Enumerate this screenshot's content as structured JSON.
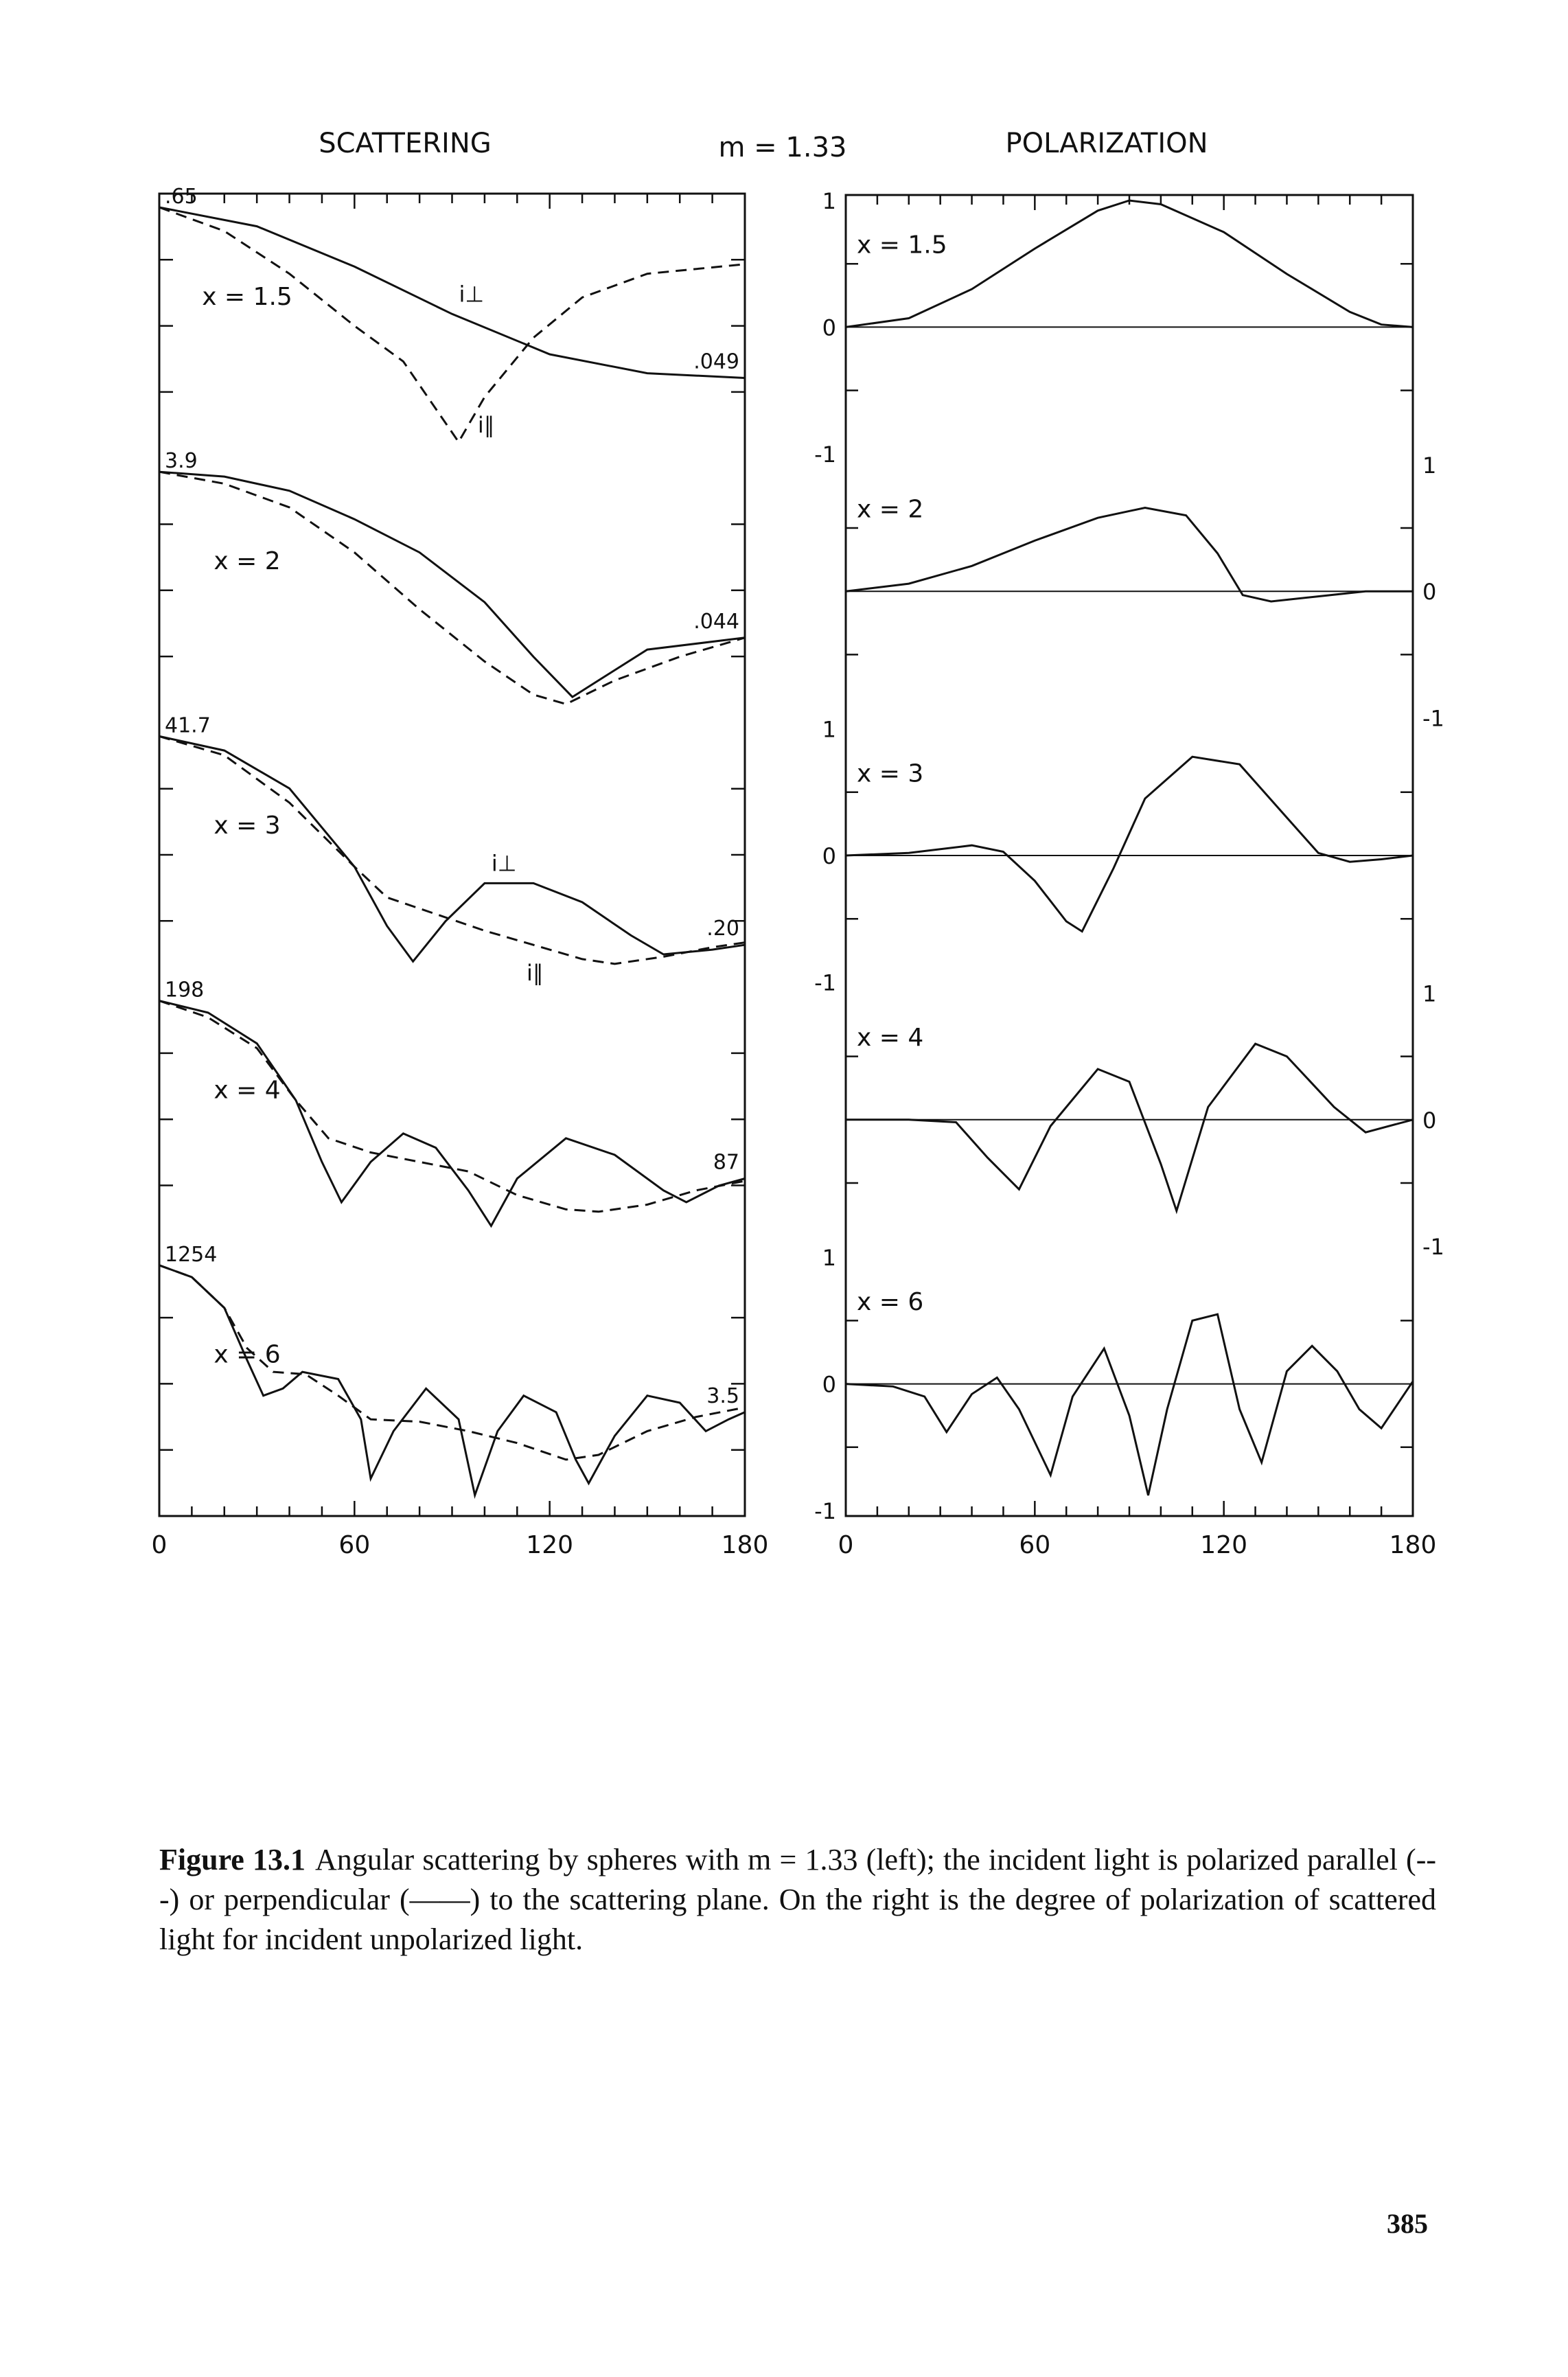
{
  "header": {
    "left_title": "SCATTERING",
    "center_title": "m = 1.33",
    "right_title": "POLARIZATION"
  },
  "chart_data": [
    {
      "type": "line",
      "title": "SCATTERING",
      "x_ticks": [
        "0",
        "60",
        "120",
        "180"
      ],
      "xlim": [
        0,
        180
      ],
      "y_scale": "log",
      "panels": [
        {
          "label": "x = 1.5",
          "top_value": ".65",
          "end_value": ".049",
          "series_labels": {
            "perp": "i⊥",
            "par": "i∥"
          },
          "perp": [
            [
              0,
              1.0
            ],
            [
              30,
              0.92
            ],
            [
              60,
              0.75
            ],
            [
              90,
              0.55
            ],
            [
              120,
              0.38
            ],
            [
              150,
              0.3
            ],
            [
              180,
              0.28
            ]
          ],
          "par": [
            [
              0,
              1.0
            ],
            [
              20,
              0.9
            ],
            [
              40,
              0.72
            ],
            [
              60,
              0.5
            ],
            [
              75,
              0.35
            ],
            [
              85,
              0.15
            ],
            [
              92,
              0.01
            ],
            [
              100,
              0.2
            ],
            [
              115,
              0.45
            ],
            [
              130,
              0.62
            ],
            [
              150,
              0.72
            ],
            [
              180,
              0.76
            ]
          ]
        },
        {
          "label": "x = 2",
          "top_value": "3.9",
          "end_value": ".044",
          "series_labels": {
            "perp": "",
            "par": ""
          },
          "perp": [
            [
              0,
              1.0
            ],
            [
              20,
              0.98
            ],
            [
              40,
              0.92
            ],
            [
              60,
              0.8
            ],
            [
              80,
              0.66
            ],
            [
              100,
              0.45
            ],
            [
              115,
              0.22
            ],
            [
              127,
              0.05
            ],
            [
              135,
              0.12
            ],
            [
              150,
              0.25
            ],
            [
              180,
              0.3
            ]
          ],
          "par": [
            [
              0,
              1.0
            ],
            [
              20,
              0.95
            ],
            [
              40,
              0.85
            ],
            [
              60,
              0.66
            ],
            [
              80,
              0.42
            ],
            [
              100,
              0.2
            ],
            [
              115,
              0.06
            ],
            [
              125,
              0.02
            ],
            [
              140,
              0.12
            ],
            [
              160,
              0.22
            ],
            [
              180,
              0.3
            ]
          ]
        },
        {
          "label": "x = 3",
          "top_value": "41.7",
          "end_value": ".20",
          "series_labels": {
            "perp": "i⊥",
            "par": "i∥"
          },
          "perp": [
            [
              0,
              1.0
            ],
            [
              20,
              0.94
            ],
            [
              40,
              0.78
            ],
            [
              60,
              0.45
            ],
            [
              70,
              0.2
            ],
            [
              78,
              0.05
            ],
            [
              88,
              0.22
            ],
            [
              100,
              0.38
            ],
            [
              115,
              0.38
            ],
            [
              130,
              0.3
            ],
            [
              145,
              0.16
            ],
            [
              155,
              0.08
            ],
            [
              170,
              0.1
            ],
            [
              180,
              0.12
            ]
          ],
          "par": [
            [
              0,
              1.0
            ],
            [
              20,
              0.92
            ],
            [
              40,
              0.72
            ],
            [
              60,
              0.45
            ],
            [
              70,
              0.32
            ],
            [
              85,
              0.25
            ],
            [
              100,
              0.18
            ],
            [
              115,
              0.12
            ],
            [
              130,
              0.06
            ],
            [
              140,
              0.04
            ],
            [
              155,
              0.07
            ],
            [
              170,
              0.11
            ],
            [
              180,
              0.13
            ]
          ]
        },
        {
          "label": "x = 4",
          "top_value": "198",
          "end_value": "87",
          "series_labels": {
            "perp": "",
            "par": ""
          },
          "perp": [
            [
              0,
              1.0
            ],
            [
              15,
              0.95
            ],
            [
              30,
              0.82
            ],
            [
              42,
              0.58
            ],
            [
              50,
              0.32
            ],
            [
              56,
              0.15
            ],
            [
              65,
              0.32
            ],
            [
              75,
              0.44
            ],
            [
              85,
              0.38
            ],
            [
              95,
              0.2
            ],
            [
              102,
              0.05
            ],
            [
              110,
              0.25
            ],
            [
              125,
              0.42
            ],
            [
              140,
              0.35
            ],
            [
              155,
              0.2
            ],
            [
              162,
              0.15
            ],
            [
              172,
              0.22
            ],
            [
              180,
              0.25
            ]
          ],
          "par": [
            [
              0,
              1.0
            ],
            [
              15,
              0.93
            ],
            [
              30,
              0.8
            ],
            [
              42,
              0.58
            ],
            [
              52,
              0.42
            ],
            [
              65,
              0.36
            ],
            [
              80,
              0.32
            ],
            [
              95,
              0.28
            ],
            [
              110,
              0.18
            ],
            [
              125,
              0.12
            ],
            [
              135,
              0.11
            ],
            [
              150,
              0.14
            ],
            [
              165,
              0.2
            ],
            [
              180,
              0.24
            ]
          ]
        },
        {
          "label": "x = 6",
          "top_value": "1254",
          "end_value": "3.5",
          "series_labels": {
            "perp": "",
            "par": ""
          },
          "perp": [
            [
              0,
              1.0
            ],
            [
              10,
              0.95
            ],
            [
              20,
              0.82
            ],
            [
              27,
              0.6
            ],
            [
              32,
              0.45
            ],
            [
              38,
              0.48
            ],
            [
              44,
              0.55
            ],
            [
              55,
              0.52
            ],
            [
              62,
              0.35
            ],
            [
              65,
              0.1
            ],
            [
              72,
              0.3
            ],
            [
              82,
              0.48
            ],
            [
              92,
              0.35
            ],
            [
              97,
              0.03
            ],
            [
              104,
              0.3
            ],
            [
              112,
              0.45
            ],
            [
              122,
              0.38
            ],
            [
              128,
              0.18
            ],
            [
              132,
              0.08
            ],
            [
              140,
              0.28
            ],
            [
              150,
              0.45
            ],
            [
              160,
              0.42
            ],
            [
              168,
              0.3
            ],
            [
              175,
              0.35
            ],
            [
              180,
              0.38
            ]
          ],
          "par": [
            [
              0,
              1.0
            ],
            [
              10,
              0.95
            ],
            [
              20,
              0.82
            ],
            [
              27,
              0.65
            ],
            [
              35,
              0.55
            ],
            [
              45,
              0.54
            ],
            [
              55,
              0.45
            ],
            [
              65,
              0.35
            ],
            [
              80,
              0.34
            ],
            [
              95,
              0.3
            ],
            [
              110,
              0.25
            ],
            [
              125,
              0.18
            ],
            [
              135,
              0.2
            ],
            [
              150,
              0.3
            ],
            [
              165,
              0.36
            ],
            [
              180,
              0.4
            ]
          ]
        }
      ]
    },
    {
      "type": "line",
      "title": "POLARIZATION",
      "x_ticks": [
        "0",
        "60",
        "120",
        "180"
      ],
      "xlim": [
        0,
        180
      ],
      "ylim": [
        -1,
        1
      ],
      "panels": [
        {
          "label": "x = 1.5",
          "left_ticks": [
            "1",
            "0",
            "-1"
          ],
          "right_ticks": [],
          "pol": [
            [
              0,
              0
            ],
            [
              20,
              0.07
            ],
            [
              40,
              0.3
            ],
            [
              60,
              0.62
            ],
            [
              80,
              0.92
            ],
            [
              90,
              1.0
            ],
            [
              100,
              0.97
            ],
            [
              120,
              0.75
            ],
            [
              140,
              0.42
            ],
            [
              160,
              0.12
            ],
            [
              170,
              0.02
            ],
            [
              180,
              0
            ]
          ]
        },
        {
          "label": "x = 2",
          "left_ticks": [],
          "right_ticks": [
            "1",
            "0",
            "-1"
          ],
          "pol": [
            [
              0,
              0
            ],
            [
              20,
              0.06
            ],
            [
              40,
              0.2
            ],
            [
              60,
              0.4
            ],
            [
              80,
              0.58
            ],
            [
              95,
              0.66
            ],
            [
              108,
              0.6
            ],
            [
              118,
              0.3
            ],
            [
              126,
              -0.03
            ],
            [
              135,
              -0.08
            ],
            [
              150,
              -0.04
            ],
            [
              165,
              0
            ],
            [
              180,
              0
            ]
          ]
        },
        {
          "label": "x = 3",
          "left_ticks": [
            "1",
            "0",
            "-1"
          ],
          "right_ticks": [],
          "pol": [
            [
              0,
              0
            ],
            [
              20,
              0.02
            ],
            [
              40,
              0.08
            ],
            [
              50,
              0.03
            ],
            [
              60,
              -0.2
            ],
            [
              70,
              -0.52
            ],
            [
              75,
              -0.6
            ],
            [
              85,
              -0.1
            ],
            [
              95,
              0.45
            ],
            [
              110,
              0.78
            ],
            [
              125,
              0.72
            ],
            [
              140,
              0.3
            ],
            [
              150,
              0.02
            ],
            [
              160,
              -0.05
            ],
            [
              170,
              -0.03
            ],
            [
              180,
              0
            ]
          ]
        },
        {
          "label": "x = 4",
          "left_ticks": [],
          "right_ticks": [
            "1",
            "0",
            "-1"
          ],
          "pol": [
            [
              0,
              0
            ],
            [
              20,
              0
            ],
            [
              35,
              -0.02
            ],
            [
              45,
              -0.3
            ],
            [
              55,
              -0.55
            ],
            [
              65,
              -0.05
            ],
            [
              80,
              0.4
            ],
            [
              90,
              0.3
            ],
            [
              100,
              -0.35
            ],
            [
              105,
              -0.72
            ],
            [
              115,
              0.1
            ],
            [
              130,
              0.6
            ],
            [
              140,
              0.5
            ],
            [
              155,
              0.1
            ],
            [
              165,
              -0.1
            ],
            [
              180,
              0
            ]
          ]
        },
        {
          "label": "x = 6",
          "left_ticks": [
            "1",
            "0",
            "-1"
          ],
          "right_ticks": [],
          "pol": [
            [
              0,
              0
            ],
            [
              15,
              -0.02
            ],
            [
              25,
              -0.1
            ],
            [
              32,
              -0.38
            ],
            [
              40,
              -0.08
            ],
            [
              48,
              0.05
            ],
            [
              55,
              -0.2
            ],
            [
              65,
              -0.72
            ],
            [
              72,
              -0.1
            ],
            [
              82,
              0.28
            ],
            [
              90,
              -0.25
            ],
            [
              96,
              -0.88
            ],
            [
              102,
              -0.2
            ],
            [
              110,
              0.5
            ],
            [
              118,
              0.55
            ],
            [
              125,
              -0.2
            ],
            [
              132,
              -0.62
            ],
            [
              140,
              0.1
            ],
            [
              148,
              0.3
            ],
            [
              156,
              0.1
            ],
            [
              163,
              -0.2
            ],
            [
              170,
              -0.35
            ],
            [
              180,
              0.02
            ]
          ]
        }
      ]
    }
  ],
  "caption": {
    "figure_number": "Figure 13.1",
    "text": "Angular scattering by spheres with m = 1.33 (left); the incident light is polarized parallel (---) or perpendicular (——) to the scattering plane. On the right is the degree of polarization of scattered light for incident unpolarized light."
  },
  "page_number": "385"
}
